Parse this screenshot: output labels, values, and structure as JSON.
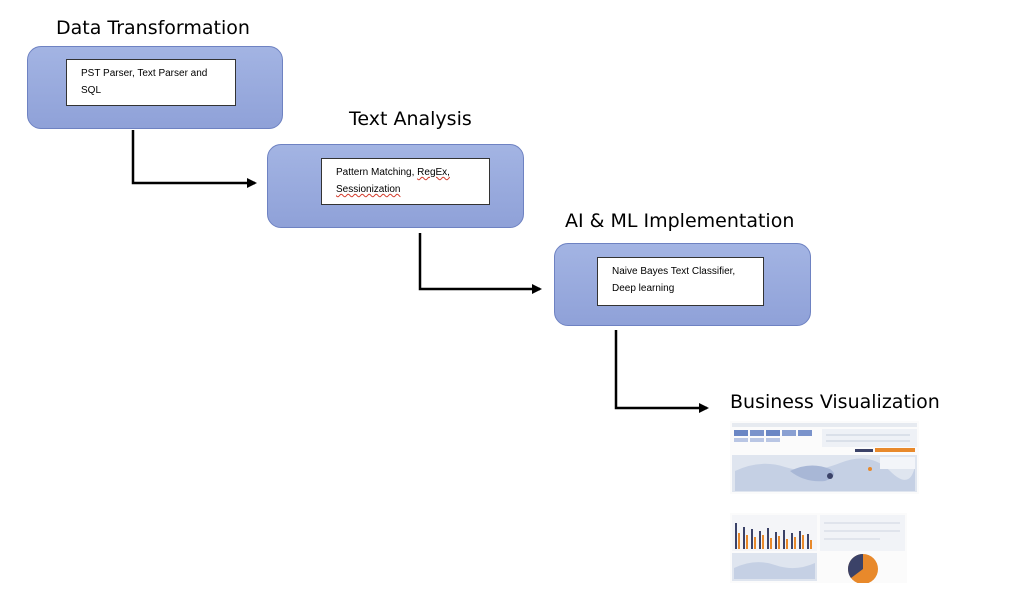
{
  "stages": [
    {
      "title": "Data Transformation",
      "line1": "PST Parser, Text Parser and",
      "line2": "SQL"
    },
    {
      "title": "Text Analysis",
      "line1_a": "Pattern Matching,  ",
      "line1_b": "RegEx,",
      "line2": "Sessionization"
    },
    {
      "title": "AI & ML Implementation",
      "line1": "Naive Bayes Text Classifier,",
      "line2": "Deep learning"
    }
  ],
  "output": {
    "title": "Business Visualization"
  },
  "colors": {
    "stage_fill": "#9aabdf",
    "stage_border": "#6e82c2",
    "arrow": "#000000",
    "orange": "#e8892b",
    "navy": "#3b4268"
  }
}
